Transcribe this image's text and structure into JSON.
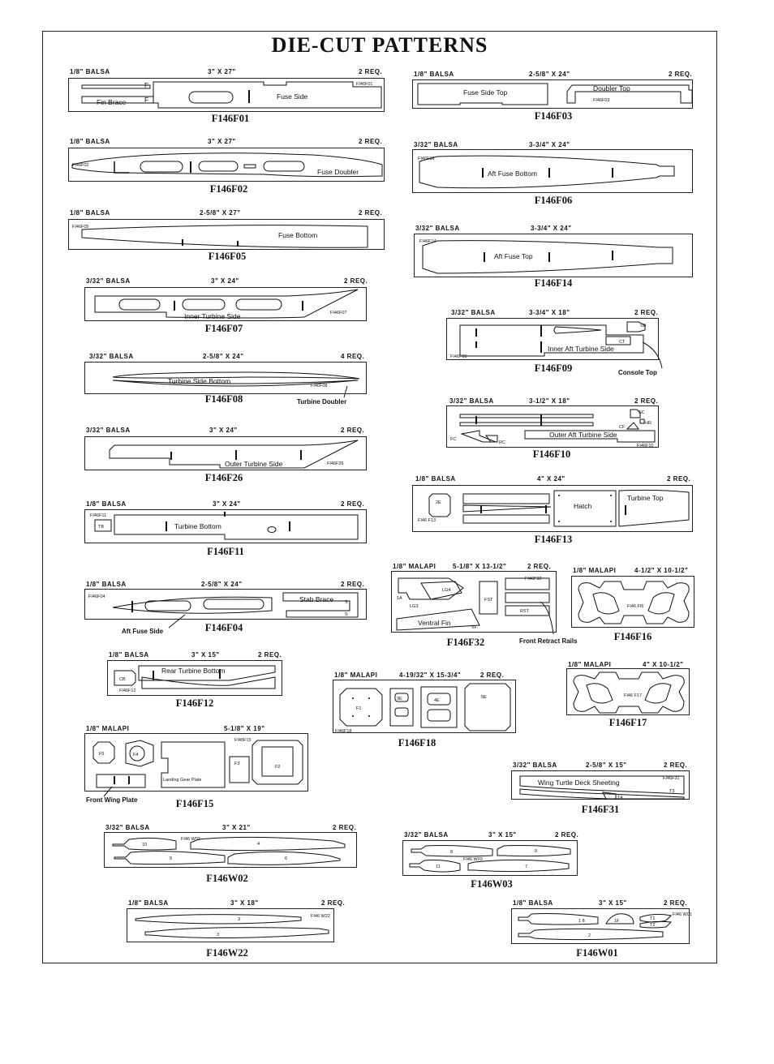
{
  "title": "DIE-CUT PATTERNS",
  "patterns": [
    {
      "code": "F146F01",
      "material": "1/8\" BALSA",
      "size": "3\" X 27\"",
      "qty": "2 REQ.",
      "parts": [
        "Fin Brace",
        "F",
        "F",
        "Fuse Side",
        "FI46F01"
      ]
    },
    {
      "code": "F146F03",
      "material": "1/8\" BALSA",
      "size": "2-5/8\" X 24\"",
      "qty": "2 REQ.",
      "parts": [
        "Fuse Side Top",
        "Doubler Top",
        "FI46F03"
      ]
    },
    {
      "code": "F146F02",
      "material": "1/8\" BALSA",
      "size": "3\" X 27\"",
      "qty": "2 REQ.",
      "parts": [
        "FI46F02",
        "Fuse Doubler"
      ]
    },
    {
      "code": "F146F06",
      "material": "3/32\" BALSA",
      "size": "3-3/4\" X 24\"",
      "qty": "",
      "parts": [
        "FI46F06",
        "Aft Fuse Bottom"
      ]
    },
    {
      "code": "F146F05",
      "material": "1/8\" BALSA",
      "size": "2-5/8\" X 27\"",
      "qty": "2 REQ.",
      "parts": [
        "FI46F05",
        "Fuse Bottom"
      ]
    },
    {
      "code": "F146F14",
      "material": "3/32\" BALSA",
      "size": "3-3/4\" X 24\"",
      "qty": "",
      "parts": [
        "FI46F14",
        "Aft Fuse Top"
      ]
    },
    {
      "code": "F146F07",
      "material": "3/32\" BALSA",
      "size": "3\" X 24\"",
      "qty": "2 REQ.",
      "parts": [
        "Inner Turbine Side",
        "FI46F07"
      ]
    },
    {
      "code": "F146F09",
      "material": "3/32\" BALSA",
      "size": "3-3/4\" X 18\"",
      "qty": "2 REQ.",
      "parts": [
        "SB",
        "CT",
        "Inner Aft Turbine Side",
        "FI46F09"
      ]
    },
    {
      "code": "F146F08",
      "material": "3/32\" BALSA",
      "size": "2-5/8\" X 24\"",
      "qty": "4 REQ.",
      "parts": [
        "Turbine Side Bottom",
        "FI46F08"
      ]
    },
    {
      "code": "F146F10",
      "material": "3/32\" BALSA",
      "size": "3-1/2\" X 18\"",
      "qty": "2 REQ.",
      "parts": [
        "SC",
        "HR",
        "CF",
        "FC",
        "RC",
        "Outer Aft Turbine Side",
        "FI46F10"
      ]
    },
    {
      "code": "F146F26",
      "material": "3/32\" BALSA",
      "size": "3\" X 24\"",
      "qty": "2 REQ.",
      "parts": [
        "Outer Turbine Side",
        "FI46F26"
      ]
    },
    {
      "code": "F146F13",
      "material": "1/8\" BALSA",
      "size": "4\" X 24\"",
      "qty": "2 REQ.",
      "parts": [
        "2E",
        "FI46 F13",
        "Hatch",
        "Turbine Top"
      ]
    },
    {
      "code": "F146F11",
      "material": "1/8\" BALSA",
      "size": "3\" X 24\"",
      "qty": "2 REQ.",
      "parts": [
        "FI46F11",
        "TB",
        "Turbine Bottom"
      ]
    },
    {
      "code": "F146F32",
      "material": "1/8\" MALAPI",
      "size": "5-1/8\" X 13-1/2\"",
      "qty": "2 REQ.",
      "parts": [
        "FI46F32",
        "LG4",
        "1A",
        "LG3",
        "FST",
        "RST",
        "Ventral Fin",
        "VF"
      ]
    },
    {
      "code": "F146F16",
      "material": "1/8\" MALAPI",
      "size": "4-1/2\" X 10-1/2\"",
      "qty": "",
      "parts": [
        "FI46 FI6"
      ]
    },
    {
      "code": "F146F04",
      "material": "1/8\" BALSA",
      "size": "2-5/8\" X 24\"",
      "qty": "2 REQ.",
      "parts": [
        "FI46F04",
        "Stab Brace",
        "S",
        "S"
      ]
    },
    {
      "code": "F146F12",
      "material": "1/8\" BALSA",
      "size": "3\" X 15\"",
      "qty": "2 REQ.",
      "parts": [
        "CB",
        "Rear Turbine Bottom",
        "FI46F12"
      ]
    },
    {
      "code": "F146F18",
      "material": "1/8\" MALAPI",
      "size": "4-19/32\" X 15-3/4\"",
      "qty": "2 REQ.",
      "parts": [
        "F1",
        "3E",
        "4E",
        "5E",
        "FI46F18"
      ]
    },
    {
      "code": "F146F17",
      "material": "1/8\" MALAPI",
      "size": "4\" X 10-1/2\"",
      "qty": "",
      "parts": [
        "FI46 F17"
      ]
    },
    {
      "code": "F146F15",
      "material": "1/8\" MALAPI",
      "size": "5-1/8\" X 19\"",
      "qty": "",
      "parts": [
        "F5",
        "F4",
        "Landing Gear Plate",
        "FI46F15",
        "F3",
        "F2"
      ]
    },
    {
      "code": "F146F31",
      "material": "3/32\" BALSA",
      "size": "2-5/8\" X 15\"",
      "qty": "2 REQ.",
      "parts": [
        "Wing Turtle Deck Sheeting",
        "FI46F31",
        "T4",
        "T3"
      ]
    },
    {
      "code": "F146W02",
      "material": "3/32\" BALSA",
      "size": "3\" X 21\"",
      "qty": "2 REQ.",
      "parts": [
        "10",
        "FI46 W02",
        "4",
        "5",
        "6"
      ]
    },
    {
      "code": "F146W03",
      "material": "3/32\" BALSA",
      "size": "3\" X 15\"",
      "qty": "2 REQ.",
      "parts": [
        "8",
        "9",
        "11",
        "FI46 W03",
        "7"
      ]
    },
    {
      "code": "F146W22",
      "material": "1/8\" BALSA",
      "size": "3\" X 18\"",
      "qty": "2 REQ.",
      "parts": [
        "3",
        "3",
        "FI46 W22"
      ]
    },
    {
      "code": "F146W01",
      "material": "1/8\" BALSA",
      "size": "3\" X 15\"",
      "qty": "2 REQ.",
      "parts": [
        "1 8",
        "1F",
        "T1",
        "T2",
        "2",
        "FI46 W01"
      ]
    }
  ],
  "callouts": [
    "Console Top",
    "Turbine Doubler",
    "Front Retract Rails",
    "Aft Fuse Side",
    "Front Wing Plate"
  ]
}
